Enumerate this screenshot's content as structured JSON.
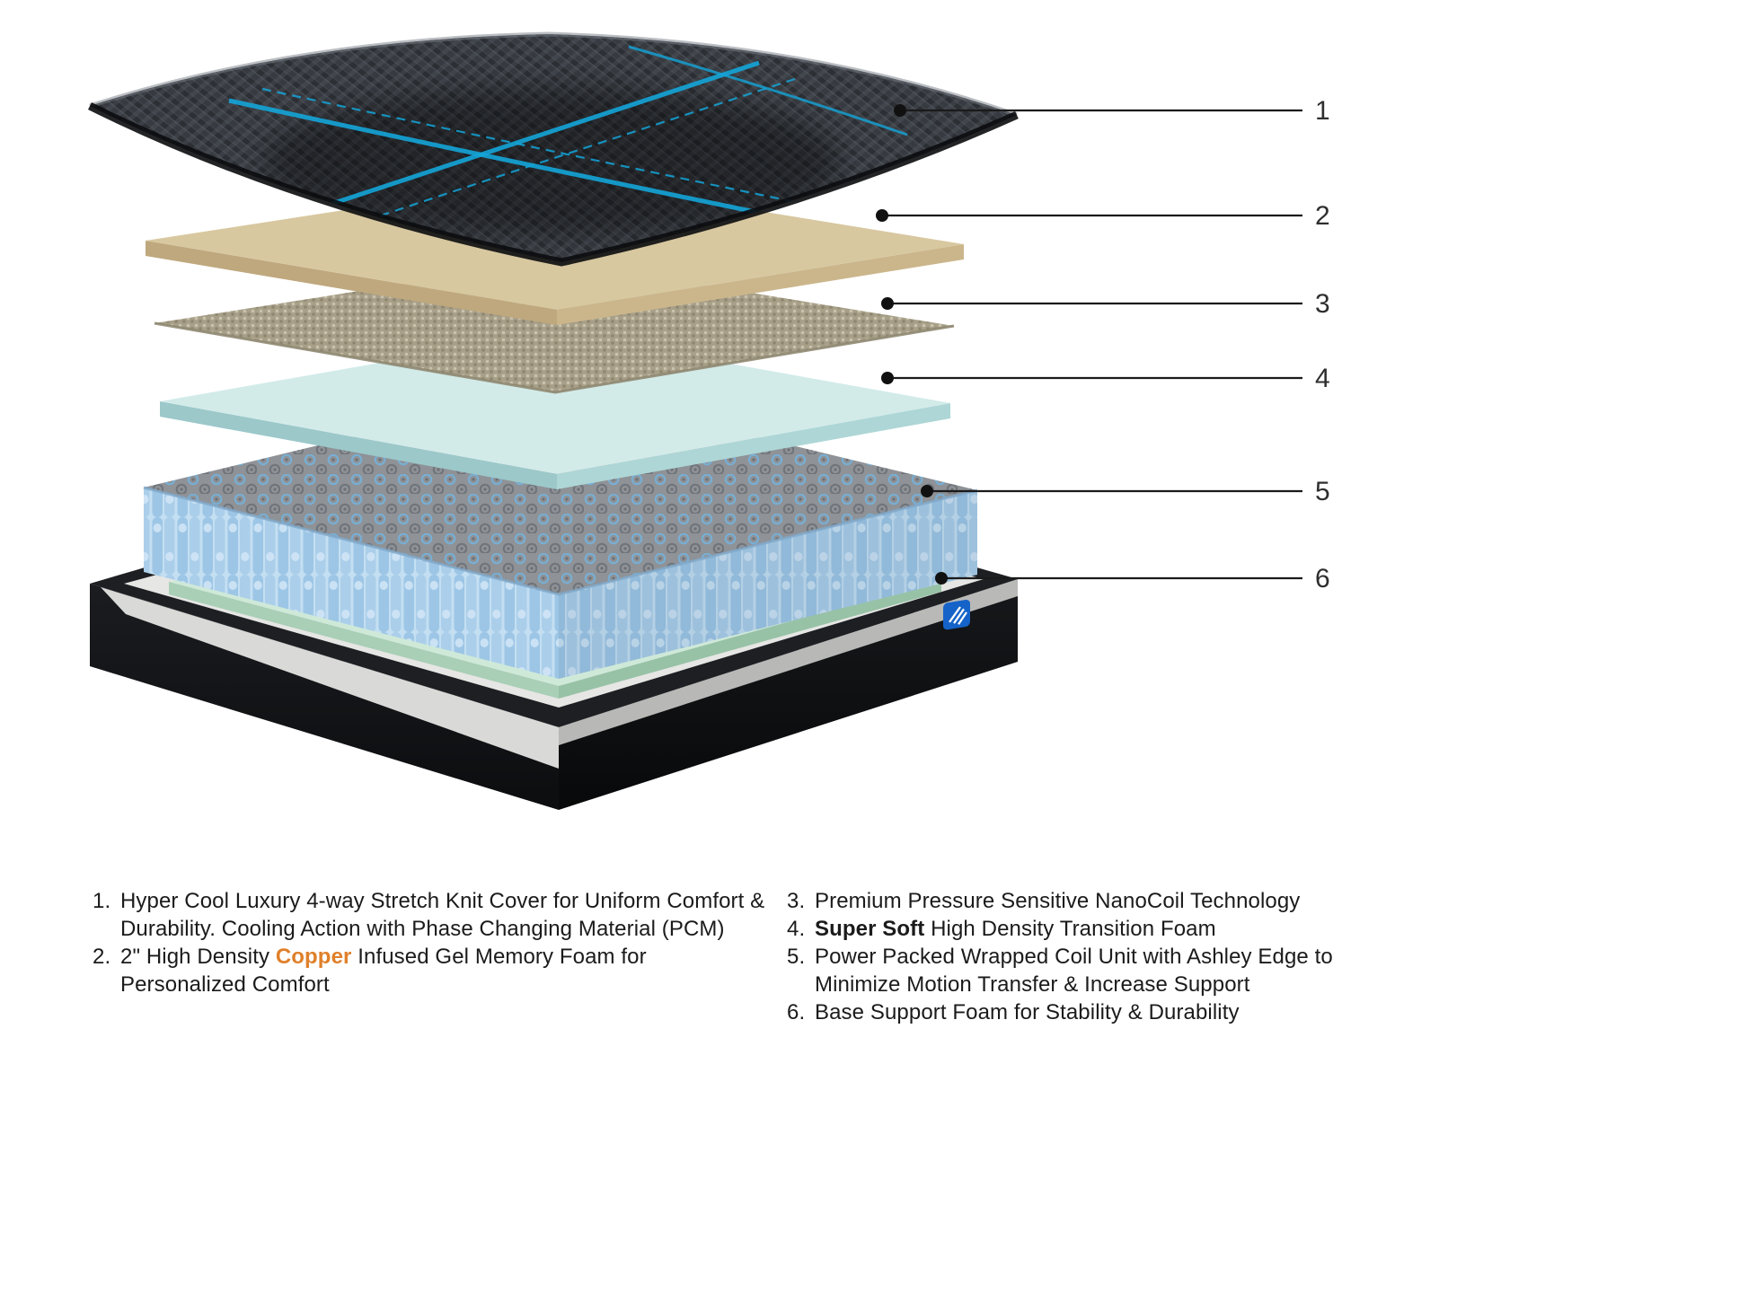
{
  "page": {
    "background": "#ffffff"
  },
  "diagram": {
    "callouts": [
      "1",
      "2",
      "3",
      "4",
      "5",
      "6"
    ],
    "layers": [
      {
        "id": "knit-cover",
        "callout": "1",
        "color": "#2c2f34",
        "accent": "#14a5d8"
      },
      {
        "id": "copper-gel-memory-foam",
        "callout": "2",
        "color": "#d8c8a0"
      },
      {
        "id": "nanocoil-layer",
        "callout": "3",
        "color": "#a79f88"
      },
      {
        "id": "transition-foam",
        "callout": "4",
        "color": "#d2ebe9"
      },
      {
        "id": "wrapped-coil-unit",
        "callout": "5",
        "color": "#a9cde9"
      },
      {
        "id": "base-support-foam",
        "callout": "6",
        "color": "#cfe9d9"
      }
    ],
    "brand_logo_color": "#1563c9"
  },
  "legend": {
    "columns": [
      {
        "items": [
          {
            "num": "1.",
            "segments": [
              {
                "text": "Hyper Cool Luxury 4-way Stretch Knit Cover for Uniform Comfort &\nDurability. Cooling Action with Phase Changing Material (PCM)"
              }
            ]
          },
          {
            "num": "2.",
            "segments": [
              {
                "text": "2\" High Density "
              },
              {
                "text": "Copper",
                "style": "copper"
              },
              {
                "text": " Infused Gel Memory Foam for\nPersonalized Comfort"
              }
            ]
          }
        ]
      },
      {
        "items": [
          {
            "num": "3.",
            "segments": [
              {
                "text": "Premium Pressure Sensitive NanoCoil Technology"
              }
            ]
          },
          {
            "num": "4.",
            "segments": [
              {
                "text": "Super Soft",
                "style": "bold"
              },
              {
                "text": " High Density Transition Foam"
              }
            ]
          },
          {
            "num": "5.",
            "segments": [
              {
                "text": "Power Packed Wrapped Coil Unit with Ashley Edge to\nMinimize Motion Transfer & Increase Support"
              }
            ]
          },
          {
            "num": "6.",
            "segments": [
              {
                "text": "Base Support Foam for Stability & Durability"
              }
            ]
          }
        ]
      }
    ]
  },
  "colors": {
    "copper_text": "#e0802a",
    "legend_text": "#1b1b1b",
    "callout_line": "#1a1a1a",
    "accent_blue": "#14a5d8",
    "base_shell": "#141519",
    "edge_trim_white": "#e6e6e4"
  }
}
